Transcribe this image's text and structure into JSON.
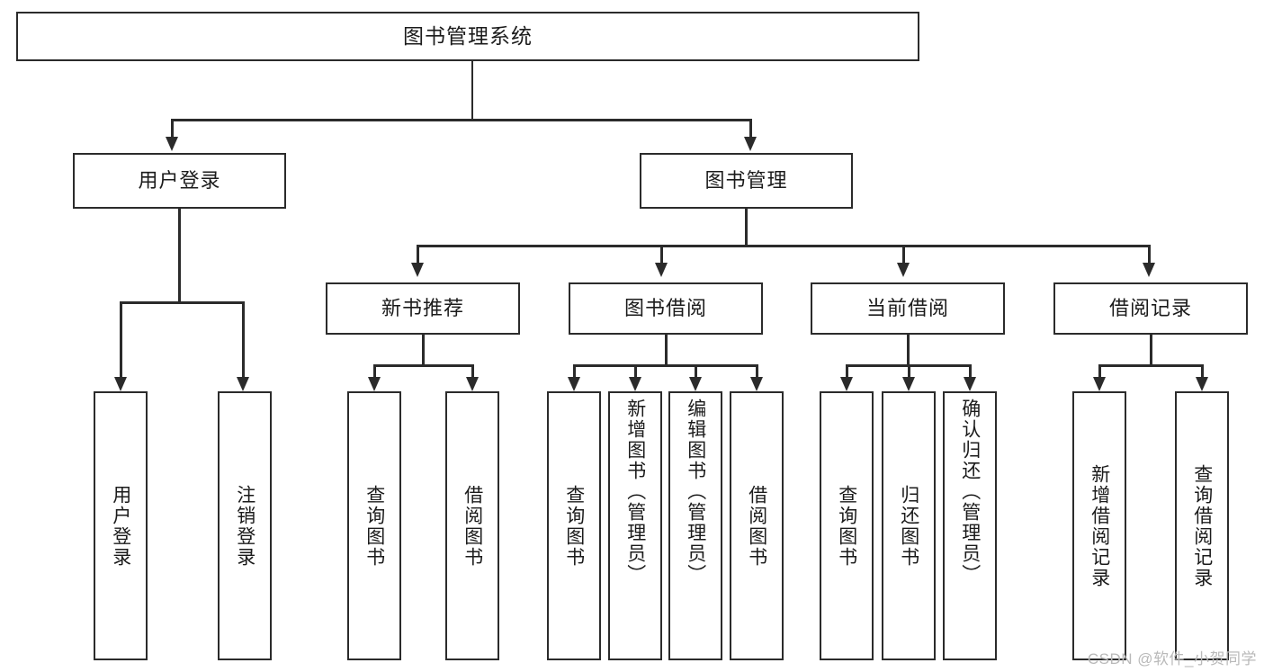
{
  "diagram": {
    "title": "图书管理系统",
    "type": "tree",
    "root": {
      "label": "图书管理系统"
    },
    "level2": [
      {
        "label": "用户登录"
      },
      {
        "label": "图书管理"
      }
    ],
    "level3": [
      {
        "label": "新书推荐"
      },
      {
        "label": "图书借阅"
      },
      {
        "label": "当前借阅"
      },
      {
        "label": "借阅记录"
      }
    ],
    "leaves": {
      "user_login": [
        {
          "label": "用户登录"
        },
        {
          "label": "注销登录"
        }
      ],
      "new_book_recommend": [
        {
          "label": "查询图书"
        },
        {
          "label": "借阅图书"
        }
      ],
      "book_borrow": [
        {
          "label": "查询图书"
        },
        {
          "label": "新增图书（管理员）"
        },
        {
          "label": "编辑图书（管理员）"
        },
        {
          "label": "借阅图书"
        }
      ],
      "current_borrow": [
        {
          "label": "查询图书"
        },
        {
          "label": "归还图书"
        },
        {
          "label": "确认归还（管理员）"
        }
      ],
      "borrow_record": [
        {
          "label": "新增借阅记录"
        },
        {
          "label": "查询借阅记录"
        }
      ]
    }
  },
  "watermark": {
    "text": "CSDN @软件_小贺同学"
  },
  "colors": {
    "stroke": "#2b2b2b",
    "fill": "#ffffff",
    "text": "#1b1b1b",
    "watermark": "#b9b9b9"
  }
}
